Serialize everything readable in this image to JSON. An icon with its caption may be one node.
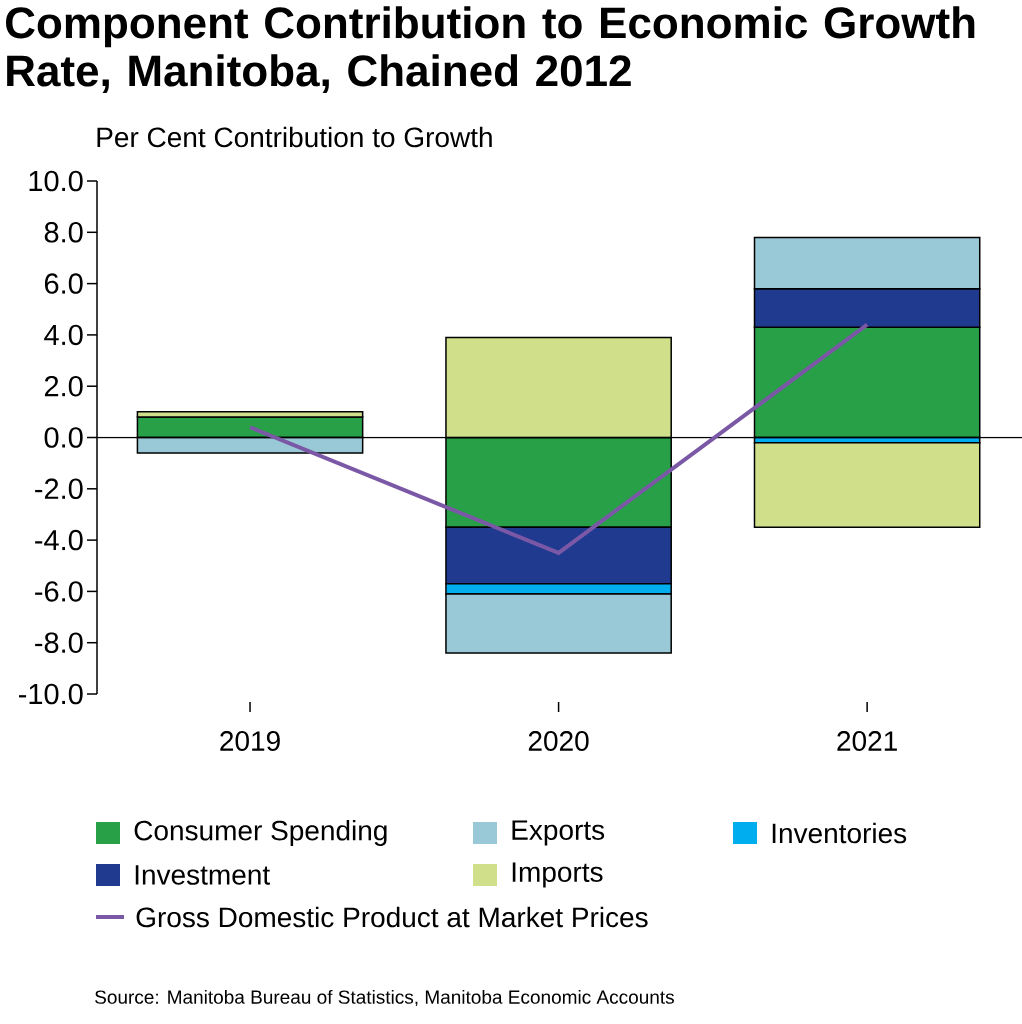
{
  "diagram": {
    "title": "Component Contribution to Economic Growth Rate, Manitoba, Chained 2012",
    "caption": "Source: Manitoba Bureau of Statistics, Manitoba Economic Accounts",
    "chart_data": {
      "type": "bar",
      "stacked": true,
      "ylabel": "Per Cent Contribution to Growth",
      "categories": [
        "2019",
        "2020",
        "2021"
      ],
      "legend": "bottom",
      "ylim": [
        -10,
        10
      ],
      "yticks": [
        {
          "value": 10,
          "label": "10.0"
        },
        {
          "value": 8,
          "label": "8.0"
        },
        {
          "value": 6,
          "label": "6.0"
        },
        {
          "value": 4,
          "label": "4.0"
        },
        {
          "value": 2,
          "label": "2.0"
        },
        {
          "value": 0,
          "label": "0.0"
        },
        {
          "value": -2,
          "label": "-2.0"
        },
        {
          "value": -4,
          "label": "-4.0"
        },
        {
          "value": -6,
          "label": "-6.0"
        },
        {
          "value": -8,
          "label": "-8.0"
        },
        {
          "value": -10,
          "label": "-10.0"
        }
      ],
      "series": [
        {
          "name": "Consumer Spending",
          "color": "#28a048",
          "values": [
            0.8,
            -3.5,
            4.3
          ]
        },
        {
          "name": "Investment",
          "color": "#1f3a8f",
          "values": [
            0.0,
            -2.2,
            1.5
          ]
        },
        {
          "name": "Inventories",
          "color": "#00aeef",
          "values": [
            null,
            -0.4,
            -0.2
          ]
        },
        {
          "name": "Exports",
          "color": "#99c9d6",
          "values": [
            -0.6,
            -2.3,
            2.0
          ]
        },
        {
          "name": "Imports",
          "color": "#d0e08a",
          "values": [
            0.2,
            3.9,
            -3.3
          ]
        },
        {
          "name": "Gross Domestic Product at Market Prices",
          "color": "#7b58a6",
          "type": "line",
          "values": [
            0.4,
            -4.5,
            4.4
          ]
        }
      ]
    }
  }
}
